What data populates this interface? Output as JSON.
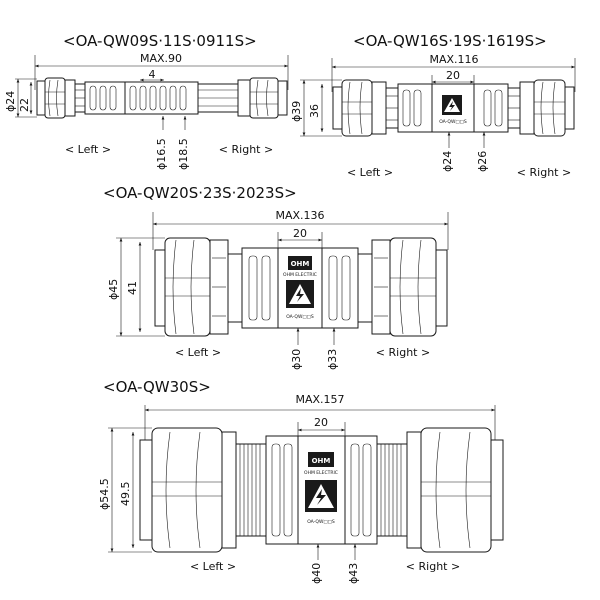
{
  "titles": [
    "<OA-QW09S·11S·0911S>",
    "<OA-QW16S·19S·1619S>",
    "<OA-QW20S·23S·2023S>",
    "<OA-QW30S>"
  ],
  "dims": {
    "d1": {
      "max": "MAX.90",
      "pitch": "4",
      "outer": "ϕ24",
      "inner": "22",
      "a": "ϕ16.5",
      "b": "ϕ18.5"
    },
    "d2": {
      "max": "MAX.116",
      "mid": "20",
      "outer": "ϕ39",
      "inner": "36",
      "a": "ϕ24",
      "b": "ϕ26"
    },
    "d3": {
      "max": "MAX.136",
      "mid": "20",
      "outer": "ϕ45",
      "inner": "41",
      "a": "ϕ30",
      "b": "ϕ33"
    },
    "d4": {
      "max": "MAX.157",
      "mid": "20",
      "outer": "ϕ54.5",
      "inner": "49.5",
      "a": "ϕ40",
      "b": "ϕ43"
    }
  },
  "sides": {
    "left": "< Left >",
    "right": "< Right >"
  },
  "label": {
    "brand": "OHM",
    "maker": "OHM ELECTRIC",
    "model": "OA-QW□□S"
  },
  "icons": {
    "logo": "ohm-logo",
    "warning": "high-voltage-warning"
  }
}
